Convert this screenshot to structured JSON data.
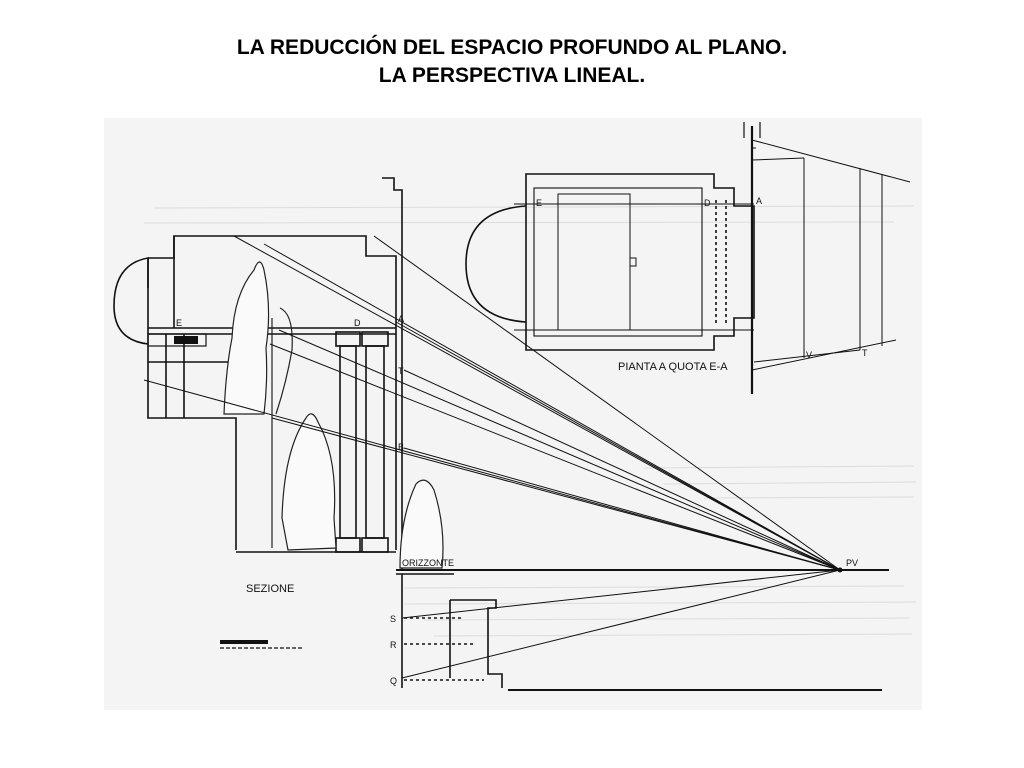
{
  "header": {
    "title_line1": "LA REDUCCIÓN DEL ESPACIO PROFUNDO AL PLANO.",
    "title_line2": "LA PERSPECTIVA LINEAL."
  },
  "drawing": {
    "section_label": "SEZIONE",
    "plan_label": "PIANTA A QUOTA E-A",
    "horizon_label": "ORIZZONTE",
    "vanishing_point_label": "PV",
    "plan_points": {
      "e": "E",
      "d": "D",
      "a": "A",
      "v": "V",
      "t": "T"
    },
    "section_points": {
      "e": "E",
      "d": "D",
      "a": "A",
      "t": "T",
      "b": "B"
    },
    "scale_points": {
      "s": "S",
      "r": "R",
      "q": "Q"
    }
  },
  "colors": {
    "ink": "#111111",
    "paper": "#f3f3f3",
    "background": "#ffffff"
  }
}
